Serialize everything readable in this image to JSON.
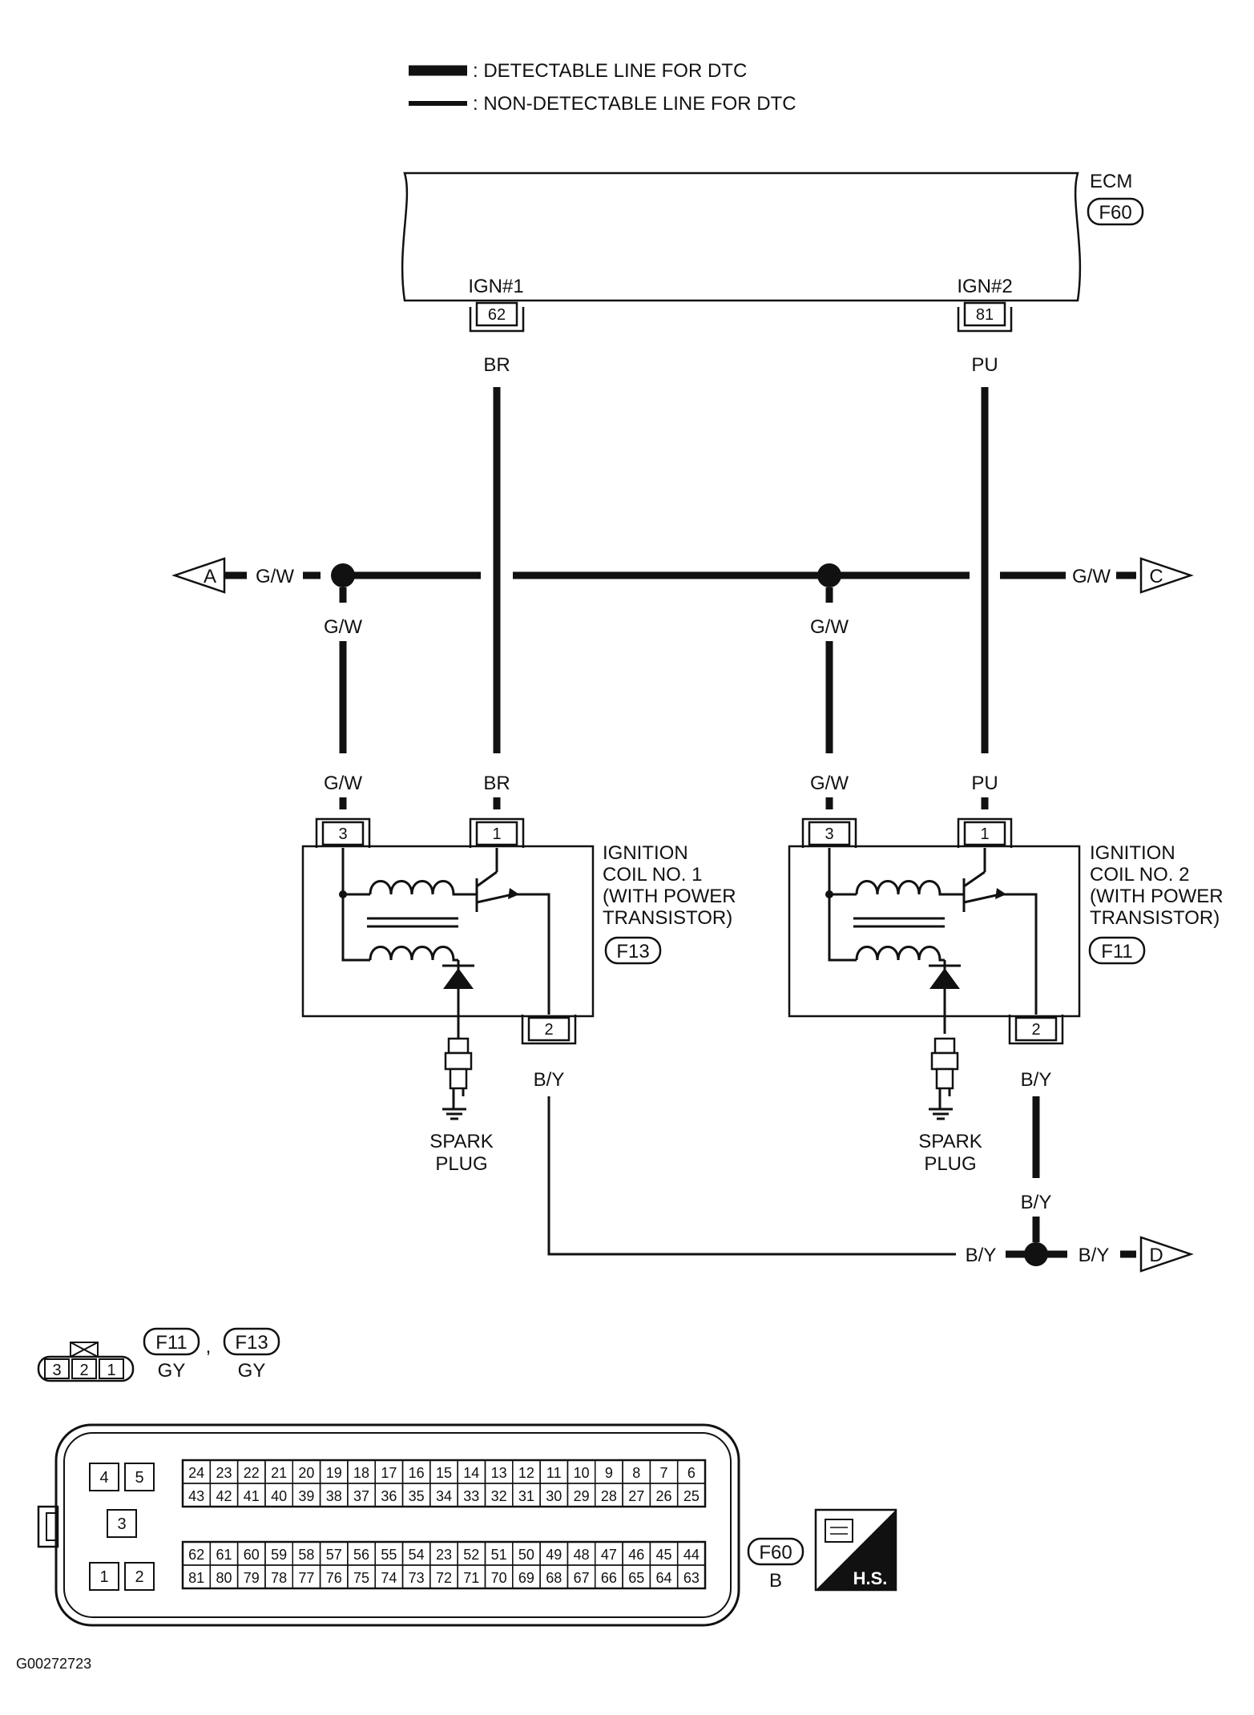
{
  "legend": {
    "detectable": ": DETECTABLE LINE FOR DTC",
    "non_detectable": ": NON-DETECTABLE LINE FOR DTC"
  },
  "ecm": {
    "name": "ECM",
    "connector": "F60",
    "pin1_name": "IGN#1",
    "pin1_no": "62",
    "pin2_name": "IGN#2",
    "pin2_no": "81"
  },
  "wires": {
    "br": "BR",
    "pu": "PU",
    "gw": "G/W",
    "by": "B/Y"
  },
  "arrows": {
    "a": "A",
    "c": "C",
    "d": "D"
  },
  "coil1": {
    "lines": [
      "IGNITION",
      "COIL NO. 1",
      "(WITH POWER",
      "TRANSISTOR)"
    ],
    "connector": "F13",
    "pin_a": "3",
    "pin_b": "1",
    "pin_c": "2"
  },
  "coil2": {
    "lines": [
      "IGNITION",
      "COIL NO. 2",
      "(WITH POWER",
      "TRANSISTOR)"
    ],
    "connector": "F11",
    "pin_a": "3",
    "pin_b": "1",
    "pin_c": "2"
  },
  "spark_plug": [
    "SPARK",
    "PLUG"
  ],
  "coil_connector": {
    "pins": [
      "3",
      "2",
      "1"
    ],
    "conn1": "F11",
    "conn2": "F13",
    "sep": ",",
    "color1": "GY",
    "color2": "GY"
  },
  "ecm_connector": {
    "left_pins": [
      "4",
      "5",
      "3",
      "1",
      "2"
    ],
    "row1": [
      "24",
      "23",
      "22",
      "21",
      "20",
      "19",
      "18",
      "17",
      "16",
      "15",
      "14",
      "13",
      "12",
      "11",
      "10",
      "9",
      "8",
      "7",
      "6"
    ],
    "row2": [
      "43",
      "42",
      "41",
      "40",
      "39",
      "38",
      "37",
      "36",
      "35",
      "34",
      "33",
      "32",
      "31",
      "30",
      "29",
      "28",
      "27",
      "26",
      "25"
    ],
    "row3": [
      "62",
      "61",
      "60",
      "59",
      "58",
      "57",
      "56",
      "55",
      "54",
      "23",
      "52",
      "51",
      "50",
      "49",
      "48",
      "47",
      "46",
      "45",
      "44"
    ],
    "row4": [
      "81",
      "80",
      "79",
      "78",
      "77",
      "76",
      "75",
      "74",
      "73",
      "72",
      "71",
      "70",
      "69",
      "68",
      "67",
      "66",
      "65",
      "64",
      "63"
    ],
    "label": "F60",
    "color": "B"
  },
  "hs_badge": "H.S.",
  "figure_id": "G00272723"
}
